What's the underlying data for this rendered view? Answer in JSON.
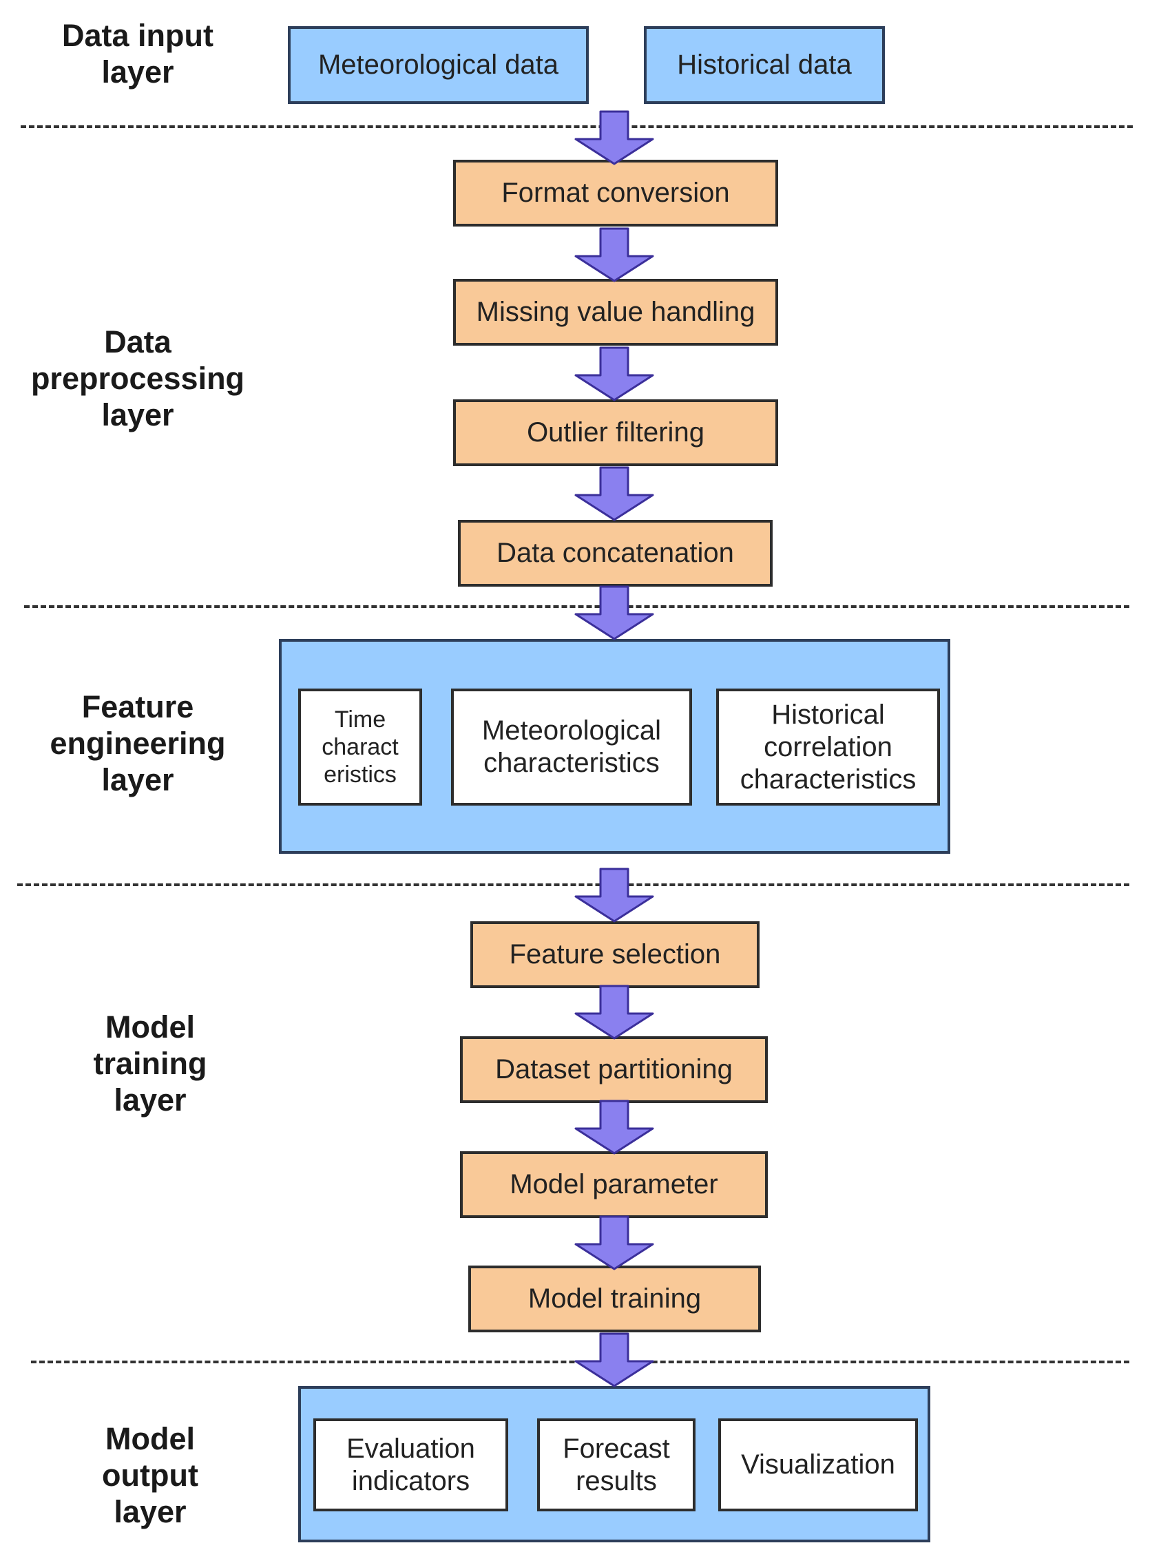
{
  "colors": {
    "input_box": "#99ccff",
    "process_box": "#f9c998",
    "arrow_fill": "#8a80ef",
    "arrow_stroke": "#3b2f9a",
    "border": "#2d2d2d"
  },
  "layers": [
    {
      "id": "input",
      "label": "Data input\nlayer"
    },
    {
      "id": "preprocessing",
      "label": "Data\npreprocessing\nlayer"
    },
    {
      "id": "feature",
      "label": "Feature\nengineering\nlayer"
    },
    {
      "id": "training",
      "label": "Model\ntraining\nlayer"
    },
    {
      "id": "output",
      "label": "Model\noutput\nlayer"
    }
  ],
  "input_boxes": [
    "Meteorological data",
    "Historical data"
  ],
  "preprocessing_steps": [
    "Format conversion",
    "Missing value handling",
    "Outlier filtering",
    "Data concatenation"
  ],
  "feature_items": [
    "Time\ncharact\neristics",
    "Meteorological\ncharacteristics",
    "Historical\ncorrelation\ncharacteristics"
  ],
  "training_steps": [
    "Feature selection",
    "Dataset partitioning",
    "Model parameter",
    "Model training"
  ],
  "output_items": [
    "Evaluation\nindicators",
    "Forecast\nresults",
    "Visualization"
  ]
}
